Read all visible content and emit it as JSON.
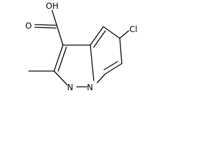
{
  "molecule": {
    "atoms": {
      "carbonyl_oxygen": "O",
      "hydroxyl": "OH",
      "chlorine": "Cl",
      "n1": "N",
      "n2": "N"
    }
  }
}
